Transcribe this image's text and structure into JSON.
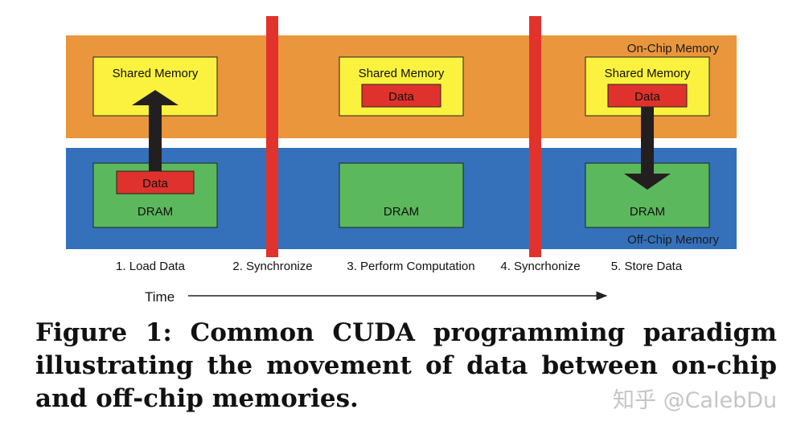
{
  "diagram": {
    "on_chip_label": "On-Chip Memory",
    "off_chip_label": "Off-Chip Memory",
    "shared_memory_label": "Shared Memory",
    "dram_label": "DRAM",
    "data_label": "Data",
    "time_label": "Time",
    "steps": [
      "1. Load Data",
      "2. Synchronize",
      "3. Perform Computation",
      "4. Syncrhonize",
      "5. Store Data"
    ],
    "colors": {
      "on_chip": "#EA963C",
      "off_chip": "#3471BA",
      "shared_memory": "#FAF23E",
      "dram": "#5CB85C",
      "data": "#E0322C",
      "sync_bar": "#E2322C",
      "arrow": "#231F20"
    }
  },
  "caption": {
    "text": "Figure 1: Common CUDA programming paradigm illustrating the movement of data between on-chip and off-chip memories."
  },
  "watermark": {
    "text": "知乎 @CalebDu"
  }
}
